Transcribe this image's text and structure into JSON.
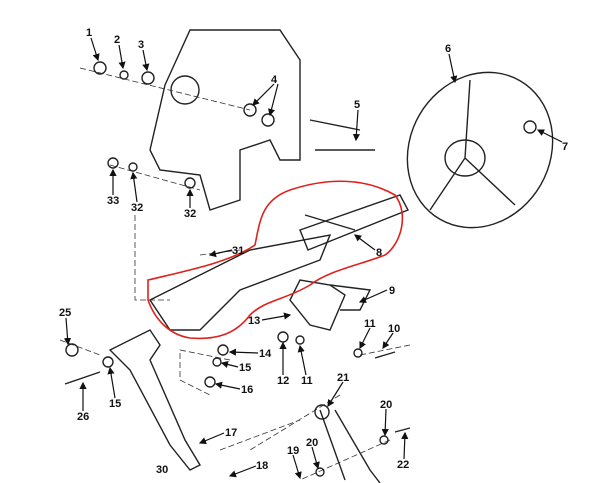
{
  "diagram": {
    "title": "Steering column exploded view",
    "highlight_color": "#e0201c",
    "callouts": [
      "1",
      "2",
      "3",
      "4",
      "5",
      "6",
      "7",
      "8",
      "9",
      "10",
      "11",
      "11",
      "12",
      "13",
      "14",
      "15",
      "15",
      "16",
      "17",
      "18",
      "19",
      "20",
      "20",
      "21",
      "22",
      "25",
      "26",
      "30",
      "31",
      "32",
      "32",
      "33"
    ]
  }
}
